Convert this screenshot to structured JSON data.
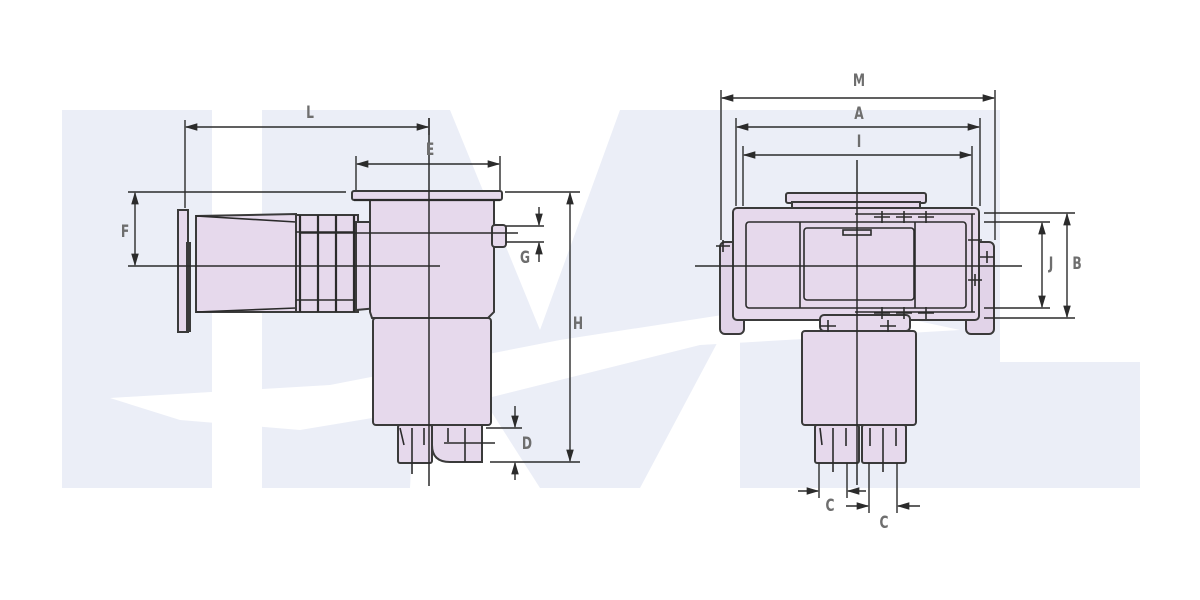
{
  "diagram": {
    "subject": "Pool skimmer dimension drawing",
    "watermark": "IML",
    "colors": {
      "background": "#ffffff",
      "watermark": "#ebeef7",
      "part_fill": "#e6d9ec",
      "line": "#2b2b2b",
      "label": "#6e6e6e"
    },
    "side_view": {
      "labels": {
        "L": "L",
        "E": "E",
        "F": "F",
        "G": "G",
        "H": "H",
        "D": "D"
      }
    },
    "front_view": {
      "labels": {
        "M": "M",
        "A": "A",
        "I": "I",
        "J": "J",
        "B": "B",
        "C1": "C",
        "C2": "C"
      }
    }
  }
}
